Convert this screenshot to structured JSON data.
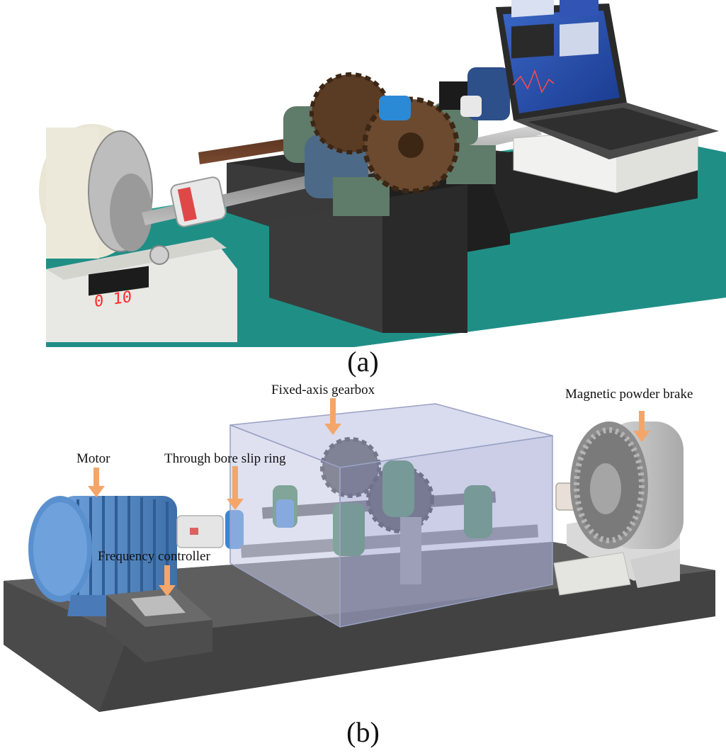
{
  "panel_a": {
    "label": "(a)",
    "controller_display": "0 10"
  },
  "panel_b": {
    "label": "(b)",
    "callouts": {
      "motor": "Motor",
      "slip_ring": "Through bore slip ring",
      "gearbox": "Fixed-axis gearbox",
      "brake": "Magnetic powder brake",
      "frequency_controller": "Frequency controller"
    }
  },
  "colors": {
    "arrow": "#f4a66a",
    "mat": "#1f8f86",
    "base": "#4a4a4a",
    "motor": "#4f86c6",
    "gearbox_box": "#b9bfe0",
    "gear": "#5a3b24"
  },
  "icons": [
    "motor-icon",
    "gearbox-icon",
    "brake-icon",
    "laptop-icon",
    "slip-ring-icon",
    "controller-icon"
  ]
}
